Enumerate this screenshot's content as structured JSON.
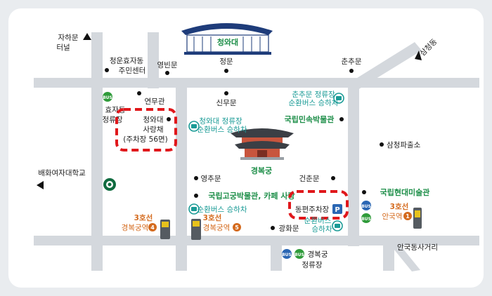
{
  "colors": {
    "background": "#e9ecef",
    "card": "#ffffff",
    "road": "#d4d8dd",
    "teal_text": "#1a9b96",
    "orange_text": "#d46a1d",
    "palace_green": "#1f8f4a",
    "parking_highlight": "#e0171b",
    "parking_icon": "#2a66b3",
    "bus_blue": "#2a66b3",
    "bus_green": "#2f9b3a"
  },
  "labels": {
    "cheongwadae": "청와대",
    "samcheongdong": "삼청동",
    "jahamun_tunnel_1": "자하문",
    "jahamun_tunnel_2": "터널",
    "cheongun_1": "청운효자동",
    "cheongun_2": "주민센터",
    "yeongbinmun": "영빈문",
    "jeongmun": "정문",
    "chunchumun": "춘추문",
    "yeonmugwan": "연무관",
    "sinmumun": "신무문",
    "chunchu_bus_1": "춘추문 정류장",
    "chunchu_bus_2": "순환버스 승하차",
    "hyoja_1": "효자동",
    "hyoja_2": "정류장",
    "sarangchae_1": "청와대",
    "sarangchae_2": "사랑채",
    "sarangchae_3": "(주차장 56면)",
    "cwd_bus_1": "청와대 정류장",
    "cwd_bus_2": "순환버스 승하차",
    "folk_museum": "국립민속박물관",
    "gyeongbokgung": "경복궁",
    "samcheong_police": "삼청파출소",
    "baehwa": "배화여자대학교",
    "yeongchumun": "영추문",
    "geonchunmun": "건춘문",
    "mmca": "국립현대미술관",
    "palace_museum": "국립고궁박물관, 카페 사랑",
    "loop_bus_1": "순환버스 승하차",
    "east_parking": "동편주차장",
    "east_bus_1": "순환버스",
    "east_bus_2": "승하차",
    "line3": "3호선",
    "gyeongbokgung_station": "경복궁역",
    "anguk_station": "안국역",
    "exit4": "4",
    "exit5": "5",
    "exit1": "1",
    "gwanghwamun": "광화문",
    "anguk_intersection": "안국동사거리",
    "gb_stop_1": "경복궁",
    "gb_stop_2": "정류장",
    "bus": "BUS",
    "parking_p": "P"
  },
  "icons": [
    "arrow-up-icon",
    "arrow-left-icon",
    "arrow-upright-icon",
    "bus-stop-icon",
    "parking-icon",
    "starbucks-logo-icon",
    "subway-exit-icon",
    "palace-icon"
  ]
}
